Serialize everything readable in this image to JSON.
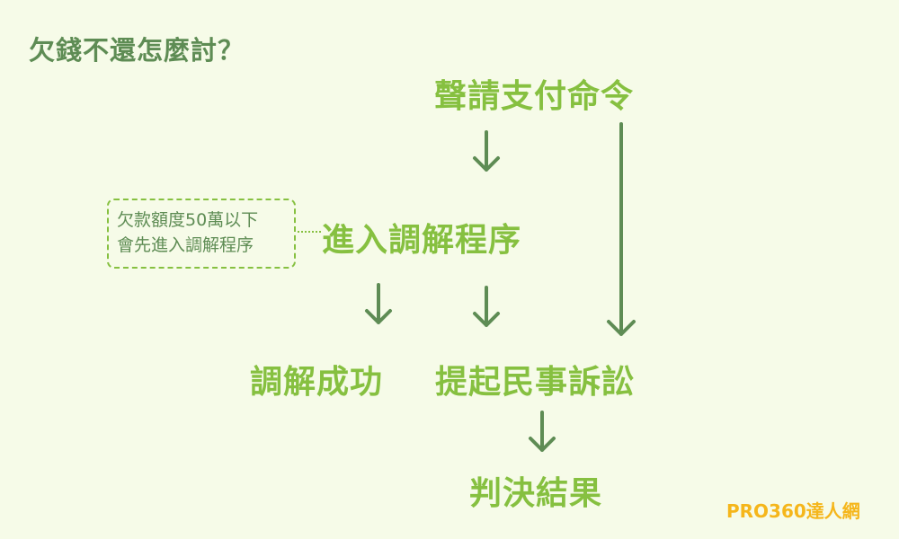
{
  "title": "欠錢不還怎麼討？",
  "nodes": {
    "payment_order": "聲請支付命令",
    "mediation": "進入調解程序",
    "mediation_success": "調解成功",
    "civil_lawsuit": "提起民事訴訟",
    "judgment": "判決結果"
  },
  "note": {
    "line1": "欠款額度50萬以下",
    "line2": "會先進入調解程序"
  },
  "brand": "PRO360達人網",
  "colors": {
    "background": "#f6fbe8",
    "title": "#5e8c54",
    "node": "#86c040",
    "arrow": "#5e8c54",
    "brand": "#f5b61b"
  }
}
